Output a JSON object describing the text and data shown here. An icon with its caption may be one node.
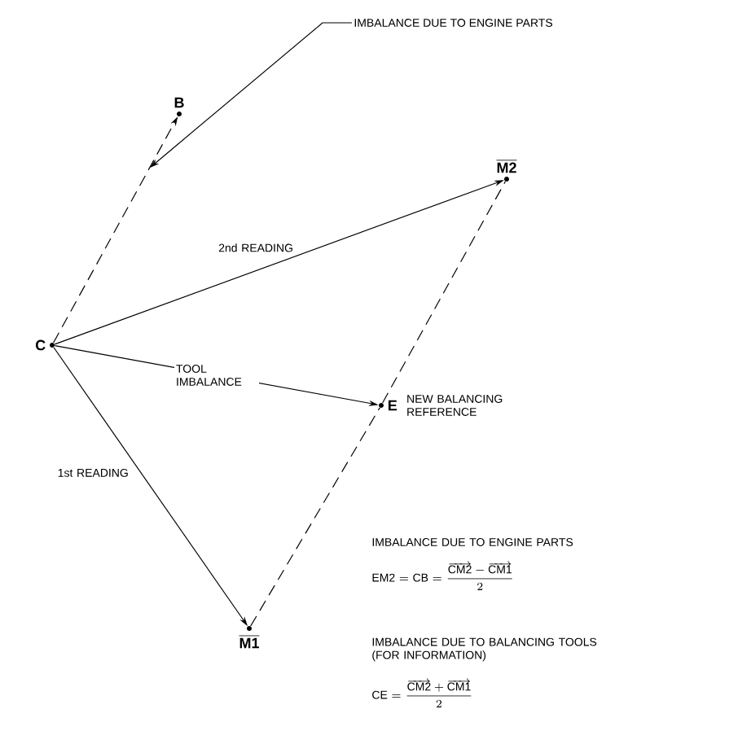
{
  "diagram": {
    "nodes": [
      {
        "text": [
          "C"
        ]
      },
      {
        "text": [
          "B"
        ]
      },
      {
        "text": [
          "M2"
        ]
      },
      {
        "text": [
          "E"
        ],
        "beside": [
          "NEW BALANCING REFERENCE"
        ]
      },
      {
        "text": [
          "M1"
        ]
      },
      {
        "text": [
          "IMBALANCE DUE TO ENGINE PARTS"
        ]
      }
    ],
    "edges": [
      {
        "from": 0,
        "to": 1,
        "arrow": "to",
        "style": "dashed"
      },
      {
        "from": 0,
        "to": 2,
        "arrow": "to",
        "label": "2nd READING"
      },
      {
        "from": 0,
        "to": 3,
        "arrow": "to",
        "label": "TOOL IMBALANCE"
      },
      {
        "from": 0,
        "to": 4,
        "arrow": "to",
        "label": "1st READING"
      },
      {
        "from": 4,
        "to": 3,
        "arrow": "none",
        "style": "dashed"
      },
      {
        "from": 3,
        "to": 2,
        "arrow": "none",
        "style": "dashed"
      },
      {
        "from": 5,
        "to": null,
        "arrow": "to"
      }
    ],
    "labels": [
      "IMBALANCE DUE TO ENGINE PARTS",
      "\\mathrm{EM2} = \\mathrm{CB} = \\frac{\\overrightarrow{\\mathrm{CM2}} - \\overrightarrow{\\mathrm{CM1}}}{2}",
      "IMBALANCE DUE TO BALANCING TOOLS (FOR INFORMATION)",
      "\\mathrm{CE} = \\frac{\\overrightarrow{\\mathrm{CM2}} + \\overrightarrow{\\mathrm{CM1}}}{2}"
    ]
  }
}
